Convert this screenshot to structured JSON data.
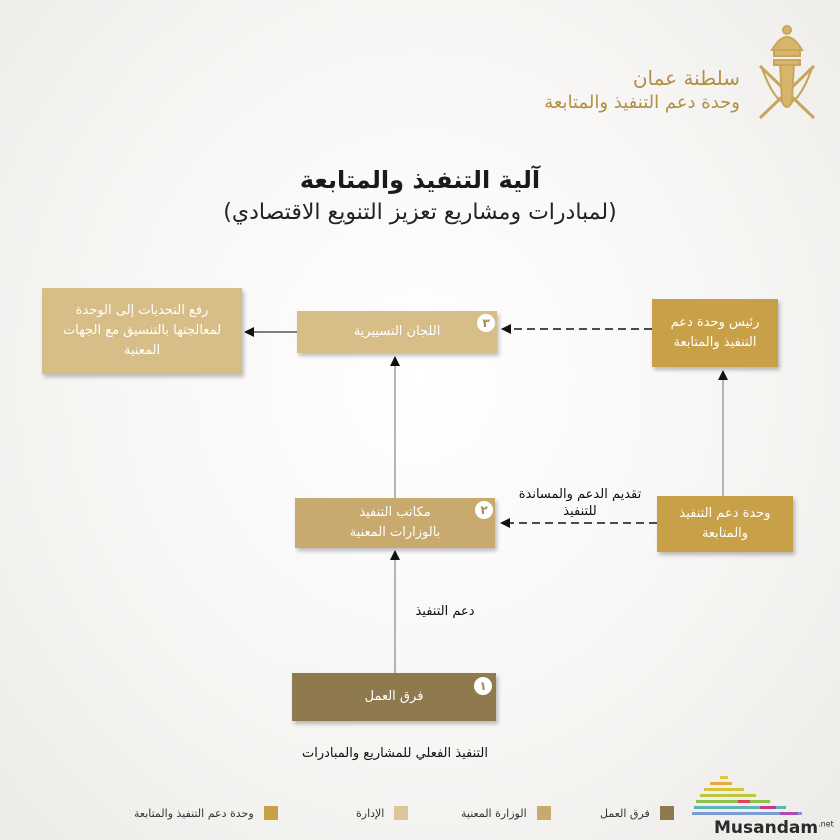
{
  "header": {
    "title": "سلطنة عمان",
    "subtitle": "وحدة دعم التنفيذ والمتابعة"
  },
  "title": "آلية التنفيذ والمتابعة",
  "subtitle": "(لمبادرات ومشاريع تعزيز التنويع الاقتصادي)",
  "boxes": {
    "head_unit": "رئيس وحدة دعم التنفيذ والمتابعة",
    "steering": "اللجان التسييرية",
    "challenges": "رفع التحديات إلى الوحدة لمعالجتها بالتنسيق مع الجهات المعنية",
    "offices_line1": "مكاتب التنفيذ",
    "offices_line2": "بالوزارات المعنية",
    "support_unit": "وحدة دعم التنفيذ والمتابعة",
    "teams": "فرق العمل"
  },
  "badges": {
    "steering": "٣",
    "offices": "٢",
    "teams": "١"
  },
  "labels": {
    "support_line1": "تقديم الدعم والمساندة",
    "support_line2": "للتنفيذ",
    "implementation_support": "دعم التنفيذ",
    "actual_implementation": "التنفيذ الفعلي للمشاريع والمبادرات"
  },
  "legend": [
    {
      "label": "فرق العمل",
      "color": "#8f7a4e"
    },
    {
      "label": "الوزارة المعنية",
      "color": "#c8a96e"
    },
    {
      "label": "الإدارة",
      "color": "#dcc596"
    },
    {
      "label": "وحدة دعم التنفيذ والمتابعة",
      "color": "#c8a048"
    }
  ],
  "brand": {
    "name": "Musandam",
    "suffix": ".net"
  }
}
